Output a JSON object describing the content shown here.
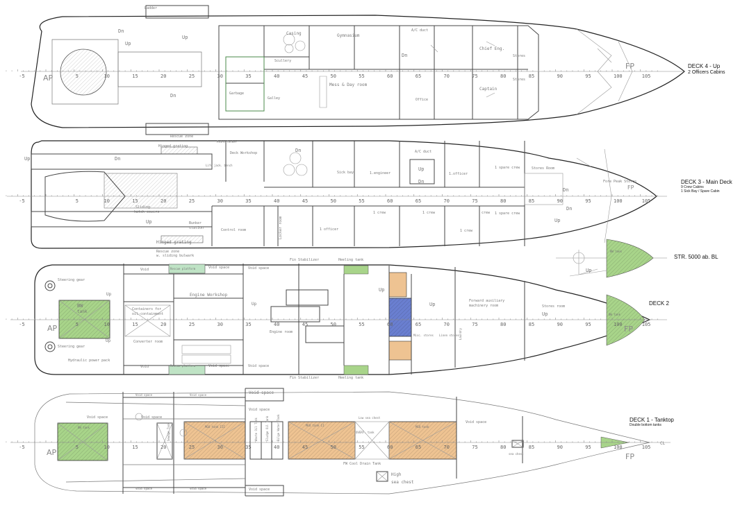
{
  "colors": {
    "bw_tank": "#a8d48a",
    "mgo_tank": "#eec392",
    "blue_tank": "#6a7fd0",
    "rescue": "#bfe3c5",
    "hull": "#222222"
  },
  "frame_labels": [
    "-5",
    "5",
    "10",
    "15",
    "20",
    "25",
    "30",
    "35",
    "40",
    "45",
    "50",
    "55",
    "60",
    "65",
    "70",
    "75",
    "80",
    "85",
    "90",
    "95",
    "100",
    "105"
  ],
  "deck4": {
    "title": "DECK 4 - Up",
    "subtitle": "2 Officers Cabins",
    "labels": [
      "Ladder",
      "Dn",
      "Up",
      "Up",
      "Dn",
      "Casing",
      "Gymnasium",
      "Scullery",
      "Galley",
      "Garbage",
      "Mess & Day room",
      "A/C duct",
      "Dn",
      "Chief Eng.",
      "Stores",
      "Stores",
      "Captain",
      "Office",
      "AP",
      "FP"
    ]
  },
  "deck3": {
    "title": "DECK 3 - Main Deck",
    "subtitle1": "9 Crew Cabins",
    "subtitle2": "1 Sick Bay / Spare Cabin",
    "labels": [
      "Rescue zone",
      "Hinged grating",
      "Paint locker",
      "Deck Workshop",
      "Dn",
      "Up",
      "Dn",
      "Life jack. bench",
      "Sliding",
      "hatch covers",
      "Up",
      "Bunker",
      "station",
      "Control room",
      "Locker room",
      "Sick bay",
      "1.engineer",
      "A/C duct",
      "Up",
      "Dn",
      "1.officer",
      "1 spare crew",
      "Stores Room",
      "Fore Peak Stores",
      "FP",
      "Dn",
      "Dn",
      "Up",
      "1 officer",
      "crew",
      "1 crew",
      "1 crew",
      "1 crew",
      "1 spare crew",
      "Hinged grating",
      "Rescue zone",
      "w. sliding bulwark"
    ]
  },
  "str": {
    "title": "STR. 5000 ab. BL",
    "labels": [
      "BW tank",
      "Up"
    ]
  },
  "deck2": {
    "title": "DECK 2",
    "labels": [
      "Void",
      "Rescue platform",
      "Void space",
      "Void space",
      "Fin Stabilizer",
      "Heeling tank",
      "Steering gear",
      "Up",
      "Engine Workshop",
      "Containers for",
      "oil-containment",
      "BW",
      "tank",
      "Up",
      "Engine room",
      "Converter room",
      "Steering gear",
      "Up",
      "Hydraulic power pack",
      "Void",
      "Rescue platform",
      "Void space",
      "Void space",
      "Fin Stabilizer",
      "Heeling tank",
      "Up",
      "Up",
      "Forward auxiliary",
      "machinery room",
      "Stores room",
      "Up",
      "Misc. stores",
      "Linen stores",
      "Laundry",
      "BW tank",
      "AP",
      "FP"
    ]
  },
  "deck1": {
    "title": "DECK 1 - Tanktop",
    "subtitle": "Double bottom tanks",
    "labels": [
      "Void space",
      "Void space",
      "Void space",
      "Void space",
      "Void space",
      "Void space",
      "BW tank",
      "Sewage Tank",
      "MGO tank III",
      "Waste Oil Tank",
      "Sludge Oil Tank",
      "Bilge Water Tank",
      "MGO tank II",
      "Low sea chest",
      "OVERF. tank",
      "MGO tank",
      "FW Cool Drain Tank",
      "High",
      "sea chest",
      "Void space",
      "sea chest",
      "Void space",
      "Void space",
      "Void space",
      "CL",
      "AP",
      "FP"
    ]
  }
}
